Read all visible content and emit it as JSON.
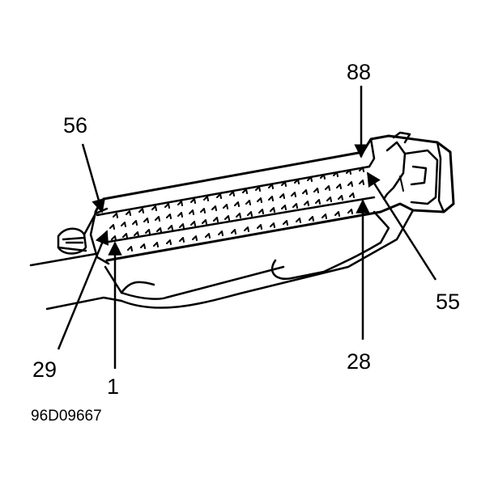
{
  "labels": {
    "pin_56": "56",
    "pin_88": "88",
    "pin_55": "55",
    "pin_28": "28",
    "pin_29": "29",
    "pin_1": "1"
  },
  "figure_id": "96D09667",
  "colors": {
    "ink": "#000000",
    "background": "#ffffff"
  }
}
